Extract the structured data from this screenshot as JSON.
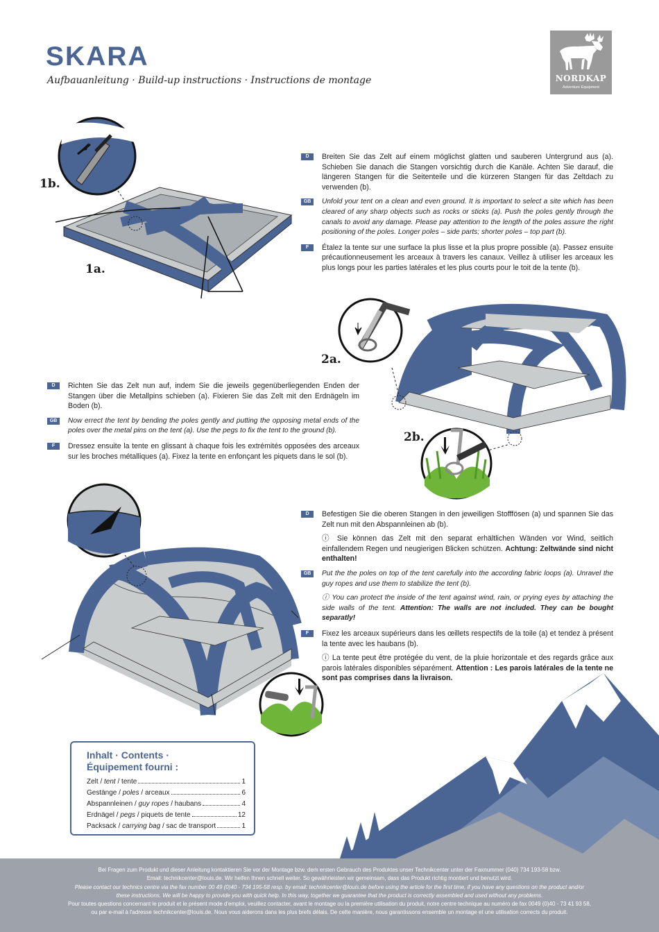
{
  "header": {
    "title": "SKARA",
    "subtitle": "Aufbauanleitung · Build-up instructions · Instructions de montage"
  },
  "logo": {
    "name": "NORDKAP",
    "tagline": "Adventure Equipment",
    "icon": "moose-icon"
  },
  "colors": {
    "brand_blue": "#4a6593",
    "tent_grey": "#c8cccd",
    "logo_grey": "#9a9a9a",
    "footer_grey": "#9ea3ab",
    "grass_green": "#6fb53a"
  },
  "step_labels": {
    "s1b": "1b.",
    "s1a": "1a.",
    "s2a": "2a.",
    "s2b": "2b."
  },
  "step1": {
    "de_flag": "D",
    "de": "Breiten Sie das Zelt auf einem möglichst glatten und sauberen Untergrund aus (a). Schieben Sie danach die Stangen vorsichtig durch die Kanäle. Achten Sie darauf, die längeren Stangen für die Seitenteile und die kürzeren Stangen für das Zeltdach zu verwenden (b).",
    "gb_flag": "GB",
    "gb": "Unfold your tent on a clean and even ground. It is important to select a site which has been cleared of any sharp objects such as rocks or sticks (a). Push the poles gently through the canals to avoid any damage. Please pay attention to the length of the poles assure the right positioning of the poles. Longer poles – side parts; shorter poles – top part (b).",
    "f_flag": "F",
    "f": "Étalez la tente sur une surface la plus lisse et la plus propre possible (a). Passez ensuite précautionneusement les arceaux à travers les canaux. Veillez à utiliser les arceaux les plus longs pour les parties latérales et les plus courts pour le toit de la tente (b)."
  },
  "step2": {
    "de_flag": "D",
    "de": "Richten Sie das Zelt nun auf, indem Sie die jeweils gegenüberliegenden Enden der Stangen über die Metallpins schieben (a). Fixieren Sie das Zelt mit den Erdnägeln im Boden (b).",
    "gb_flag": "GB",
    "gb": "Now errect the tent by bending the poles gently and putting the opposing metal ends of the poles over the metal pins on the tent (a). Use the pegs to fix the tent to the ground (b).",
    "f_flag": "F",
    "f": "Dressez ensuite la tente en glissant à chaque fois les extrémités opposées des arceaux sur les broches métalliques (a). Fixez la tente en enfonçant les piquets dans le sol (b)."
  },
  "step3": {
    "de_flag": "D",
    "de": "Befestigen Sie die oberen Stangen in den jeweiligen Stofffösen (a) und spannen Sie das Zelt nun mit den Abspannleinen ab (b).",
    "de_note": "ⓘ Sie können das Zelt mit den separat erhältlichen Wänden vor Wind, seitlich einfallendem Regen und neugierigen Blicken schützen.",
    "de_warn": "Achtung: Zeltwände sind nicht enthalten!",
    "gb_flag": "GB",
    "gb": "Put the the poles on top of the tent carefully into the according fabric loops (a). Unravel the guy ropes and use them to stabilize the tent (b).",
    "gb_note": "ⓘ You can protect the inside of the tent against wind, rain, or prying eyes by attaching the side walls of the tent.",
    "gb_warn": "Attention: The walls are not included. They can be bought separatly!",
    "f_flag": "F",
    "f": "Fixez les arceaux supérieurs dans les œillets respectifs de la toile (a) et tendez à présent la tente avec les haubans (b).",
    "f_note": "ⓘ La tente peut être protégée du vent, de la pluie horizontale et des regards grâce aux parois latérales disponibles séparément.",
    "f_warn": "Attention : Les parois latérales de la tente ne sont pas comprises dans la livraison."
  },
  "contents": {
    "title_line1": "Inhalt · Contents ·",
    "title_line2": "Équipement fourni :",
    "items": [
      {
        "de": "Zelt / ",
        "en": "tent",
        "fr": " / tente",
        "qty": "1"
      },
      {
        "de": "Gestänge / ",
        "en": "poles",
        "fr": " / arceaux",
        "qty": "6"
      },
      {
        "de": "Abspannleinen / ",
        "en": "guy ropes",
        "fr": " / haubans",
        "qty": "4"
      },
      {
        "de": "Erdnägel / ",
        "en": "pegs",
        "fr": " / piquets de tente",
        "qty": "12"
      },
      {
        "de": "Packsack / ",
        "en": "carrying bag",
        "fr": " / sac de transport",
        "qty": "1"
      }
    ]
  },
  "footer": {
    "de1": "Bei Fragen zum Produkt und dieser Anleitung kontaktieren Sie vor der Montage bzw. dem ersten Gebrauch des Produktes unser Technikcenter unter der Faxnummer (040) 734 193-58 bzw.",
    "de2": "Email: technikcenter@louis.de. Wir helfen Ihnen schnell weiter. So gewährleisten wir gemeinsam, dass das Produkt richtig montiert und benutzt wird.",
    "en1": "Please contact our technics centre via the fax number 00 49 (0)40 - 734 195-58 resp. by email: technikcenter@louis.de before using the article for the first time, if you have any questions on the product and/or",
    "en2": "these instructions. We will be happy to provide you with quick help. In this way, together we guarantee that the product is correctly assembled and used without any problems.",
    "fr1": "Pour toutes questions concernant le produit et le présent mode d'emploi, veuillez contacter, avant le montage ou la première utilisation du produit, notre centre technique au numéro de fax 0049 (0)40 - 73 41 93 58,",
    "fr2": "ou par e-mail à l'adresse technikcenter@louis.de. Nous vous aiderons dans les plus brefs délais. De cette manière, nous garantissons ensemble un montage et une utilisation corrects du produit."
  }
}
